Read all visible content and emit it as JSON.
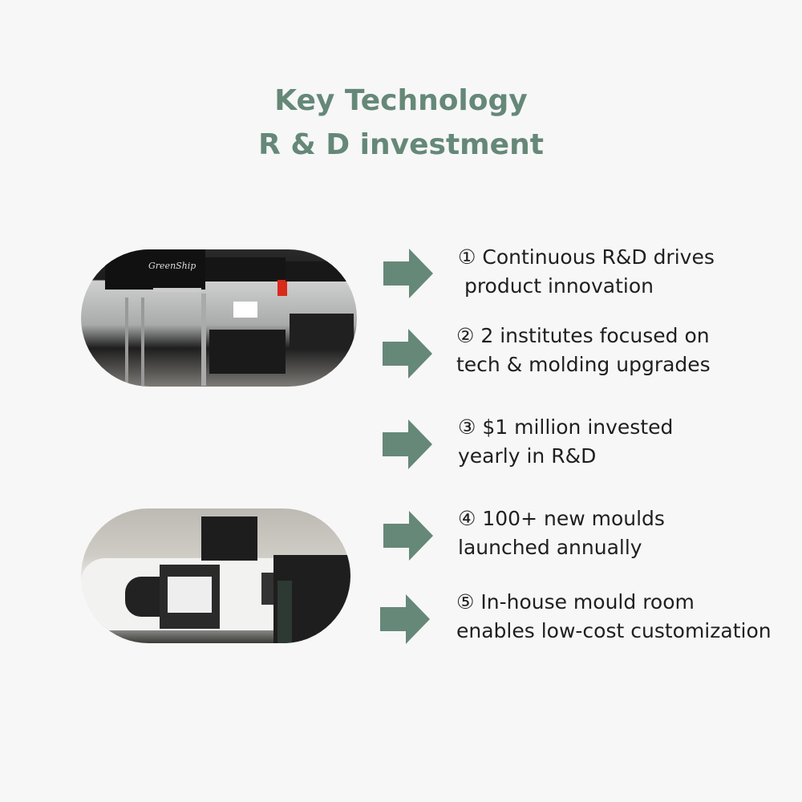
{
  "title": {
    "line1": "Key Technology",
    "line2": "R & D investment"
  },
  "accent_color": "#658878",
  "photos": [
    {
      "label": "GreenShip",
      "subject": "3d-printer-row-photo"
    },
    {
      "subject": "cnc-machine-photo"
    }
  ],
  "items": [
    {
      "line1": "① Continuous R&D drives",
      "line2": " product innovation"
    },
    {
      "line1": "② 2 institutes focused on",
      "line2": "tech & molding upgrades"
    },
    {
      "line1": "③ $1 million invested",
      "line2": "yearly in R&D"
    },
    {
      "line1": "④ 100+ new moulds",
      "line2": "launched annually"
    },
    {
      "line1": "⑤ In-house mould room",
      "line2": "enables low-cost customization"
    }
  ]
}
